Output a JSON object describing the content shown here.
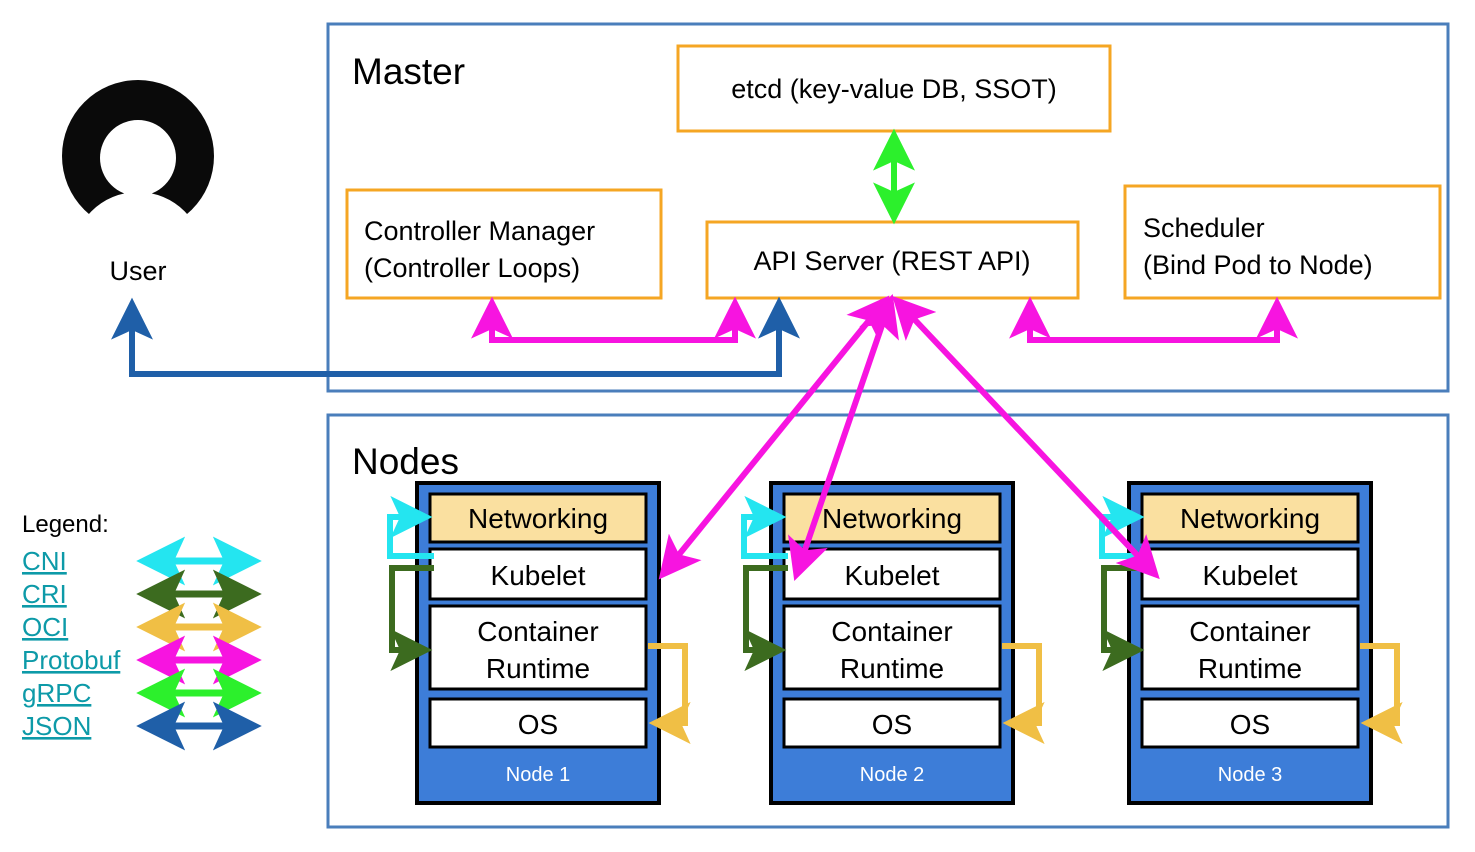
{
  "diagram": {
    "title_master": "Master",
    "title_nodes": "Nodes",
    "user_label": "User",
    "user_icon": "user-avatar-icon"
  },
  "master": {
    "components": [
      {
        "id": "etcd",
        "label": "etcd (key-value DB, SSOT)"
      },
      {
        "id": "controller",
        "label_line1": "Controller Manager",
        "label_line2": "(Controller Loops)"
      },
      {
        "id": "apiserver",
        "label": "API Server (REST API)"
      },
      {
        "id": "scheduler",
        "label_line1": "Scheduler",
        "label_line2": "(Bind Pod to Node)"
      }
    ]
  },
  "nodes": [
    {
      "name": "Node 1",
      "tiers": [
        {
          "id": "networking",
          "label": "Networking"
        },
        {
          "id": "kubelet",
          "label": "Kubelet"
        },
        {
          "id": "runtime",
          "label_line1": "Container",
          "label_line2": "Runtime"
        },
        {
          "id": "os",
          "label": "OS"
        }
      ]
    },
    {
      "name": "Node 2",
      "tiers": [
        {
          "id": "networking",
          "label": "Networking"
        },
        {
          "id": "kubelet",
          "label": "Kubelet"
        },
        {
          "id": "runtime",
          "label_line1": "Container",
          "label_line2": "Runtime"
        },
        {
          "id": "os",
          "label": "OS"
        }
      ]
    },
    {
      "name": "Node 3",
      "tiers": [
        {
          "id": "networking",
          "label": "Networking"
        },
        {
          "id": "kubelet",
          "label": "Kubelet"
        },
        {
          "id": "runtime",
          "label_line1": "Container",
          "label_line2": "Runtime"
        },
        {
          "id": "os",
          "label": "OS"
        }
      ]
    }
  ],
  "legend": {
    "title": "Legend:",
    "items": [
      {
        "label": "CNI",
        "color": "#24e5f0"
      },
      {
        "label": "CRI",
        "color": "#3c6b1f"
      },
      {
        "label": "OCI",
        "color": "#f0bf45"
      },
      {
        "label": "Protobuf",
        "color": "#f714e0"
      },
      {
        "label": "gRPC",
        "color": "#2cf02c"
      },
      {
        "label": "JSON",
        "color": "#1f5fa8"
      }
    ]
  },
  "colors": {
    "container_border": "#4a7ebb",
    "component_border": "#f5a623",
    "node_fill": "#3d7dd8",
    "networking_fill": "#fae0a0",
    "legend_text": "#0d9aa8",
    "cni": "#24e5f0",
    "cri": "#3c6b1f",
    "oci": "#f0bf45",
    "protobuf": "#f714e0",
    "grpc": "#2cf02c",
    "json": "#1f5fa8"
  }
}
